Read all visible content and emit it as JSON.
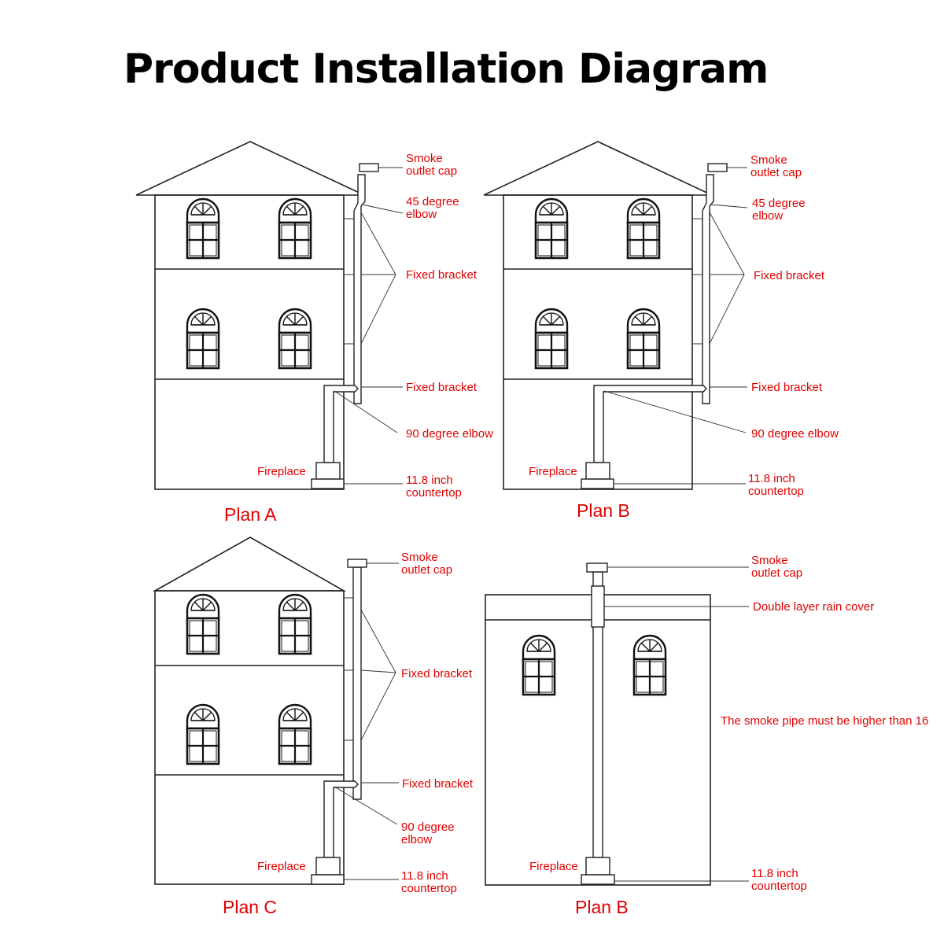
{
  "title": "Product Installation Diagram",
  "panels": [
    {
      "plan": "Plan A",
      "labels": {
        "smoke_cap_1": "Smoke",
        "smoke_cap_2": "outlet cap",
        "elbow45_1": "45 degree",
        "elbow45_2": "elbow",
        "bracket_upper": "Fixed bracket",
        "bracket_lower": "Fixed bracket",
        "elbow90": "90 degree elbow",
        "fireplace": "Fireplace",
        "countertop_1": "11.8 inch",
        "countertop_2": "countertop"
      }
    },
    {
      "plan": "Plan B",
      "labels": {
        "smoke_cap_1": "Smoke",
        "smoke_cap_2": "outlet cap",
        "elbow45_1": "45 degree",
        "elbow45_2": "elbow",
        "bracket_upper": "Fixed bracket",
        "bracket_lower": "Fixed bracket",
        "elbow90": "90 degree elbow",
        "fireplace": "Fireplace",
        "countertop_1": "11.8 inch",
        "countertop_2": "countertop"
      }
    },
    {
      "plan": "Plan C",
      "labels": {
        "smoke_cap_1": "Smoke",
        "smoke_cap_2": "outlet cap",
        "bracket_upper": "Fixed bracket",
        "bracket_lower": "Fixed bracket",
        "elbow90_1": "90 degree",
        "elbow90_2": "elbow",
        "fireplace": "Fireplace",
        "countertop_1": "11.8 inch",
        "countertop_2": "countertop"
      }
    },
    {
      "plan": "Plan B",
      "labels": {
        "smoke_cap_1": "Smoke",
        "smoke_cap_2": "outlet cap",
        "rain_cover": "Double layer rain cover",
        "height_note": "The smoke pipe must be higher than 16",
        "fireplace": "Fireplace",
        "countertop_1": "11.8 inch",
        "countertop_2": "countertop"
      }
    }
  ],
  "colors": {
    "label": "#e00000",
    "line": "#222222",
    "background": "#ffffff"
  }
}
